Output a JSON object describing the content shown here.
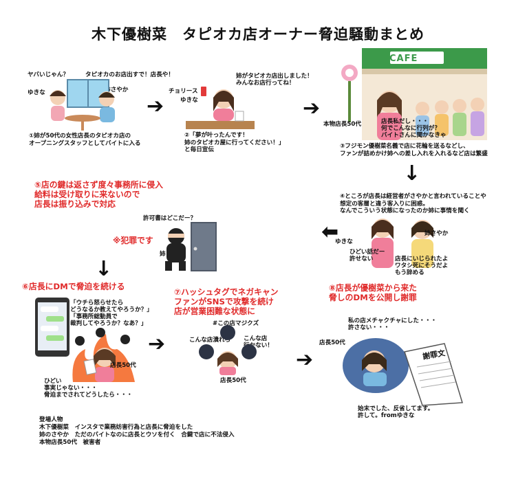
{
  "title": "木下優樹菜　タピオカ店オーナー脅迫騒動まとめ",
  "panel1": {
    "speech_left": "ヤバいじゃん？",
    "speech_right": "タピオカのお店出すで！店長や！",
    "name_left": "ゆきな",
    "name_right": "姉さやか",
    "caption": "①姉が50代の女性店長のタピオカ店の\nオープニングスタッフとしてバイトに入る"
  },
  "panel2": {
    "speech": "姉がタピオカ店出しました！\nみんなお店行ってね！",
    "label_cheerios": "チョリース",
    "name": "ゆきな",
    "caption": "②「夢が叶ったんです！\n姉のタピオカ屋に行ってください！」\nと毎日宣伝"
  },
  "panel3": {
    "sign": "CAFE",
    "label_manager": "本物店長50代",
    "speech": "店長私だし・・・\n何でこんなに行列が？\nバイトさんに聞かなきゃ",
    "caption": "③フジモン優樹菜名義で店に花輪を送るなどし、\nファンが詰めかけ姉への差し入れを入れるなど店は繁盛"
  },
  "panel4": {
    "caption": "④ところが店長は経営者がさやかと言われていることや\n想定の客層と違う客入りに困惑。\nなんでこういう状態になったのか姉に事情を聞く",
    "name_sister": "姉さやか",
    "name_yukina": "ゆきな",
    "speech_left": "ひどい話だー\n許せない",
    "speech_right": "店長にいじられたよ\nワタシ死にそうだよ\nもう辞める"
  },
  "panel5": {
    "caption": "⑤店の鍵は返さず度々事務所に侵入\n給料は受け取りに来ないので\n店長は振り込みで対応",
    "speech": "許可書はどこだー？",
    "label_sister": "姉",
    "crime": "※犯罪です"
  },
  "panel6": {
    "caption": "⑥店長にDMで脅迫を続ける",
    "phone_text": "「ウチら怒らせたら\nどうなるか教えてやろうか？」\n「事務所総動員で\n裁判してやろうか？なあ？」",
    "label_manager": "店長50代",
    "speech": "ひどい\n事実じゃない・・・\n脅迫までされてどうしたら・・・"
  },
  "panel7": {
    "caption": "⑦ハッシュタグでネガキャン\nファンがSNSで攻撃を続け\n店が営業困難な状態に",
    "speech_top": "#この店マジクズ",
    "speech_left": "こんな店潰れろ",
    "speech_right": "こんな店\n行かない！",
    "label_manager": "店長50代"
  },
  "panel8": {
    "caption": "⑧店長が優樹菜から来た\n脅しのDMを公開し謝罪",
    "speech": "私の店メチャクチャにした・・・\n許さない・・・",
    "label_manager": "店長50代",
    "letter_title": "謝罪文",
    "apology": "始末でした、反省してます。\n許して。fromゆきな"
  },
  "arrows": {
    "right": "➔",
    "down": "↓",
    "left": "⬅"
  },
  "legend": {
    "heading": "登場人物",
    "line1": "木下優樹菜　インスタで業務妨害行為と店長に脅迫をした",
    "line2": "姉のさやか　ただのバイトなのに店長とウソを付く　合鍵で店に不法侵入",
    "line3": "本物店長50代　被害者"
  },
  "colors": {
    "accent_red": "#e02a2a",
    "cafe_green": "#3c9a4a",
    "door": "#6f7a8a"
  }
}
